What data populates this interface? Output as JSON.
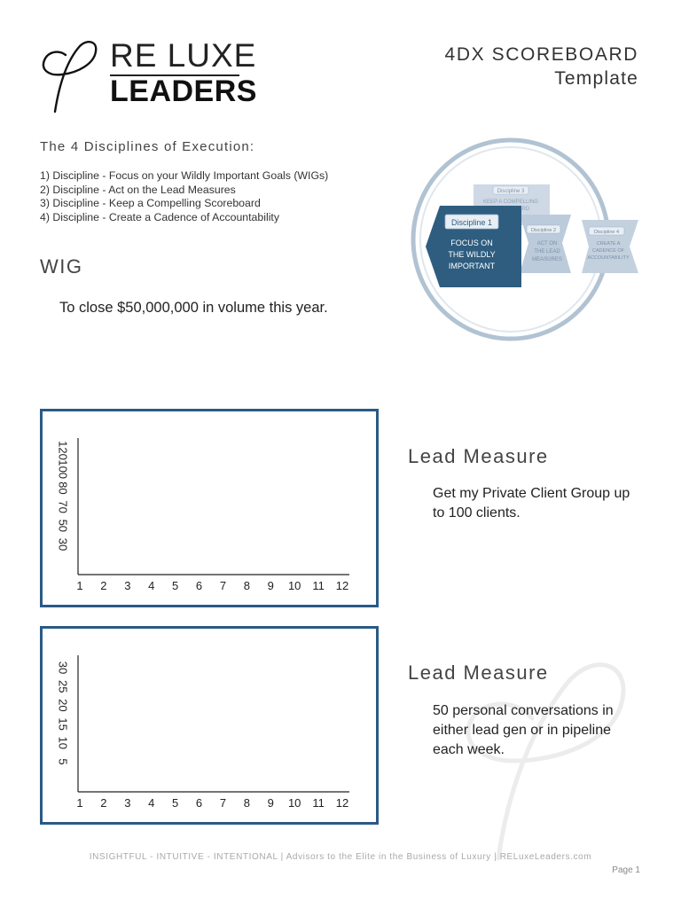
{
  "brand": {
    "line1": "RE LUXE",
    "line2": "LEADERS"
  },
  "doc": {
    "title": "4DX SCOREBOARD",
    "subtitle": "Template"
  },
  "disciplines": {
    "heading": "The 4 Disciplines of Execution:",
    "items": [
      "1) Discipline - Focus on your Wildly Important Goals (WIGs)",
      "2) Discipline - Act on the Lead Measures",
      "3) Discipline - Keep a Compelling Scoreboard",
      "4) Discipline - Create a Cadence of Accountability"
    ]
  },
  "wig": {
    "heading": "WIG",
    "text": "To close $50,000,000 in volume this year."
  },
  "diagram": {
    "d1_tag": "Discipline 1",
    "d1_lines": [
      "FOCUS ON",
      "THE WILDLY",
      "IMPORTANT"
    ],
    "d2_tag": "Discipline 2",
    "d2_lines": [
      "ACT ON",
      "THE LEAD",
      "MEASURES"
    ],
    "d3_tag": "Discipline 3",
    "d3_lines": [
      "KEEP A COMPELLING",
      "SCOREBOARD"
    ],
    "d4_tag": "Discipline 4",
    "d4_lines": [
      "CREATE A",
      "CADENCE OF",
      "ACCOUNTABILITY"
    ],
    "colors": {
      "primary": "#2e5d80",
      "secondary": "#b9c8d8",
      "ring": "#a9bccd"
    }
  },
  "lead_measures": [
    {
      "heading": "Lead Measure",
      "text": "Get my Private Client Group up to 100 clients."
    },
    {
      "heading": "Lead Measure",
      "text": "50 personal conversations in either lead gen or in pipeline each week."
    }
  ],
  "chart_data": [
    {
      "type": "line",
      "x": [
        1,
        2,
        3,
        4,
        5,
        6,
        7,
        8,
        9,
        10,
        11,
        12
      ],
      "y_ticks": [
        30,
        50,
        70,
        80,
        100,
        120
      ],
      "series": []
    },
    {
      "type": "line",
      "x": [
        1,
        2,
        3,
        4,
        5,
        6,
        7,
        8,
        9,
        10,
        11,
        12
      ],
      "y_ticks": [
        5,
        10,
        15,
        20,
        25,
        30
      ],
      "series": []
    }
  ],
  "footer": {
    "tagline": "INSIGHTFUL - INTUITIVE - INTENTIONAL | Advisors to the Elite in the Business of Luxury | REL​uxeLeaders.com",
    "page": "Page 1"
  },
  "colors": {
    "accent": "#2a5a86",
    "footer": "#a9a9a9"
  }
}
